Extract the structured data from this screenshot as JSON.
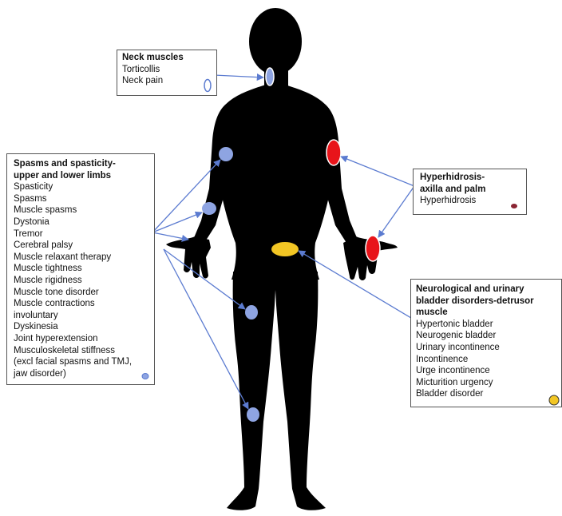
{
  "colors": {
    "body": "#000000",
    "site_blue": "#8ea4e2",
    "site_red": "#e8141a",
    "site_yellow": "#f2c624",
    "site_maroon": "#8a2432",
    "arrow": "#5b7bd0",
    "box_border": "#555555"
  },
  "boxes": {
    "neck": {
      "title": "Neck muscles",
      "items": [
        "Torticollis",
        "Neck pain"
      ],
      "marker": "blue-outline-oval"
    },
    "spasms": {
      "title": "Spasms and spasticity-\nupper and lower limbs",
      "items": [
        "Spasticity",
        "Spasms",
        "Muscle spasms",
        "Dystonia",
        "Tremor",
        "Cerebral palsy",
        "Muscle relaxant therapy",
        "Muscle tightness",
        "Muscle rigidness",
        "Muscle tone disorder",
        "Muscle contractions",
        "involuntary",
        "Dyskinesia",
        "Joint hyperextension",
        "Musculoskeletal stiffness",
        "(excl facial spasms and TMJ,",
        "jaw disorder)"
      ],
      "marker": "blue-oval"
    },
    "hyperhidrosis": {
      "title": "Hyperhidrosis-\naxilla and palm",
      "items": [
        "Hyperhidrosis"
      ],
      "marker": "maroon-oval"
    },
    "bladder": {
      "title": "Neurological and urinary\nbladder disorders-detrusor\nmuscle",
      "items": [
        "Hypertonic bladder",
        "Neurogenic bladder",
        "Urinary incontinence",
        "Incontinence",
        "Urge incontinence",
        "Micturition urgency",
        "Bladder disorder"
      ],
      "marker": "yellow-oval"
    }
  }
}
